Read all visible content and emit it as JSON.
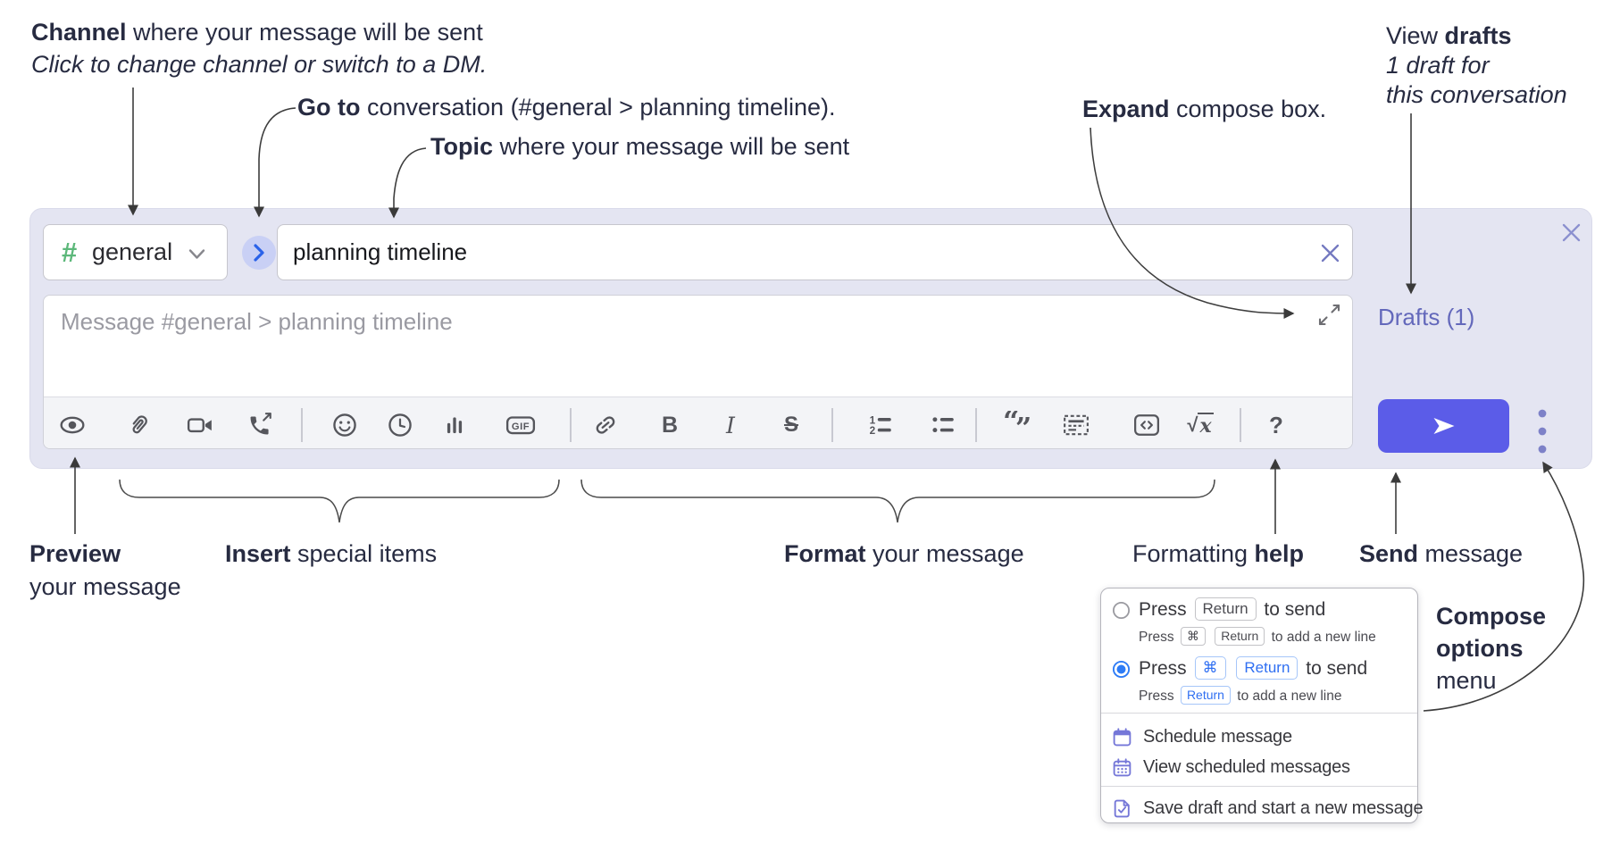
{
  "annotations": {
    "channel_line1_bold": "Channel",
    "channel_line1_rest": " where your message will be sent",
    "channel_line2": "Click to change channel or switch to a DM.",
    "goto_bold": "Go to",
    "goto_rest": " conversation (#general > planning timeline).",
    "topic_bold": "Topic",
    "topic_rest": " where your message will be sent",
    "expand_bold": "Expand",
    "expand_rest": " compose box.",
    "view_drafts_pre": "View ",
    "view_drafts_bold": "drafts",
    "view_drafts_line2": "1 draft for",
    "view_drafts_line3": "this conversation",
    "preview_bold": "Preview",
    "preview_line2": "your message",
    "insert_bold": "Insert",
    "insert_rest": " special items",
    "format_bold": "Format",
    "format_rest": " your message",
    "help_pre": "Formatting ",
    "help_bold": "help",
    "send_bold": "Send",
    "send_rest": " message",
    "compose_options_line1": "Compose",
    "compose_options_line2": "options",
    "compose_options_line3": "menu"
  },
  "compose": {
    "channel_hash": "#",
    "channel_name": "general",
    "topic_value": "planning timeline",
    "message_placeholder": "Message #general > planning timeline",
    "drafts_link": "Drafts (1)",
    "toolbar": {
      "glyph_bold": "B",
      "glyph_italic": "I",
      "glyph_strike": "S",
      "glyph_gif": "GIF",
      "glyph_sqrt": "√",
      "glyph_math_x": "x",
      "glyph_help": "?",
      "items": [
        "preview",
        "attach-file",
        "video-call",
        "voice-call",
        "emoji",
        "time",
        "poll",
        "gif",
        "link",
        "bold",
        "italic",
        "strikethrough",
        "numbered-list",
        "bulleted-list",
        "quote",
        "spoiler",
        "code",
        "math",
        "help"
      ]
    }
  },
  "popup": {
    "option1": {
      "selected": false,
      "press": "Press",
      "key": "Return",
      "suffix": "to send",
      "sub_press": "Press",
      "sub_key1": "⌘",
      "sub_key2": "Return",
      "sub_suffix": "to add a new line"
    },
    "option2": {
      "selected": true,
      "press": "Press",
      "key1": "⌘",
      "key2": "Return",
      "suffix": "to send",
      "sub_press": "Press",
      "sub_key": "Return",
      "sub_suffix": "to add a new line"
    },
    "items": [
      {
        "icon": "calendar-icon",
        "label": "Schedule message"
      },
      {
        "icon": "calendar-grid-icon",
        "label": "View scheduled messages"
      },
      {
        "icon": "save-draft-icon",
        "label": "Save draft and start a new message"
      }
    ]
  },
  "colors": {
    "compose_background": "#e4e5f2",
    "send_button": "#5b5ce8",
    "channel_hash_green": "#5cb87a",
    "drafts_link_purple": "#6368bb",
    "go_button_bg": "#c9d0f5",
    "go_chevron_blue": "#2a62e9",
    "kbd_blue": "#2f6ff2",
    "radio_selected_blue": "#2e7cf6",
    "menu_icon_indigo": "#7577d8",
    "toolbar_icon_gray": "#55565c",
    "annotation_text": "#272b41"
  }
}
